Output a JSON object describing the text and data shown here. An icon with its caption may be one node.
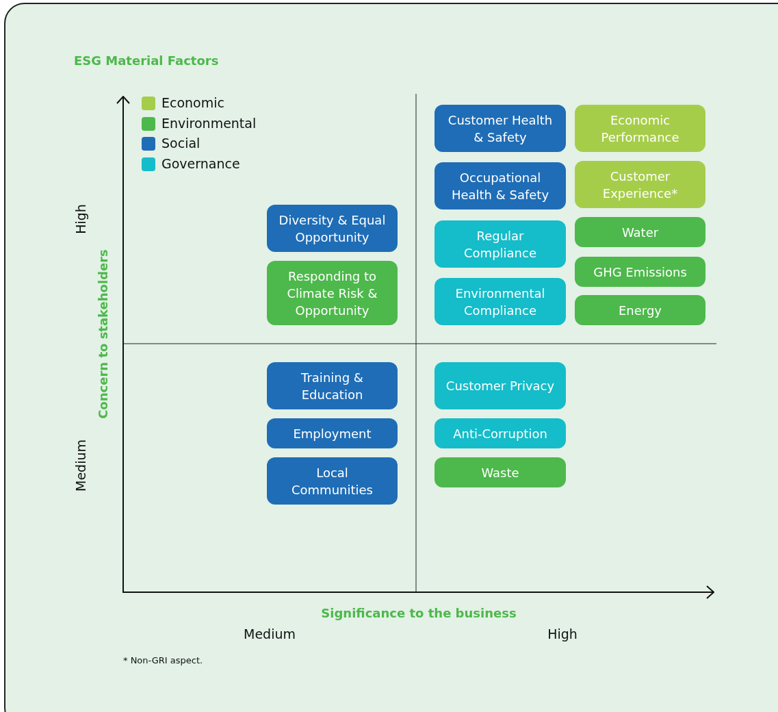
{
  "diagram": {
    "title": "ESG Material Factors",
    "nodes": [
      {
        "text": [
          "Customer Health & Safety"
        ]
      },
      {
        "text": [
          "Economic Performance"
        ]
      },
      {
        "text": [
          "Occupational Health & Safety"
        ]
      },
      {
        "text": [
          "Customer Experience*"
        ]
      },
      {
        "text": [
          "Diversity & Equal Opportunity"
        ]
      },
      {
        "text": [
          "Regular Compliance"
        ]
      },
      {
        "text": [
          "Water"
        ]
      },
      {
        "text": [
          "GHG Emissions"
        ]
      },
      {
        "text": [
          "Responding to Climate Risk & Opportunity"
        ]
      },
      {
        "text": [
          "Environmental Compliance"
        ]
      },
      {
        "text": [
          "Energy"
        ]
      },
      {
        "text": [
          "Training & Education"
        ]
      },
      {
        "text": [
          "Customer Privacy"
        ]
      },
      {
        "text": [
          "Employment"
        ]
      },
      {
        "text": [
          "Anti-Corruption"
        ]
      },
      {
        "text": [
          "Local Communities"
        ]
      },
      {
        "text": [
          "Waste"
        ]
      }
    ],
    "labels": [
      "High",
      "Medium",
      "Concern to stakeholders",
      "Significance to the business",
      "Medium",
      "High",
      "* Non-GRI aspect."
    ],
    "legend": [
      {
        "text": "Economic",
        "color": "#a6cd4a"
      },
      {
        "text": "Environmental",
        "color": "#4db84b"
      },
      {
        "text": "Social",
        "color": "#1f6db6"
      },
      {
        "text": "Governance",
        "color": "#15bcc9"
      }
    ]
  }
}
